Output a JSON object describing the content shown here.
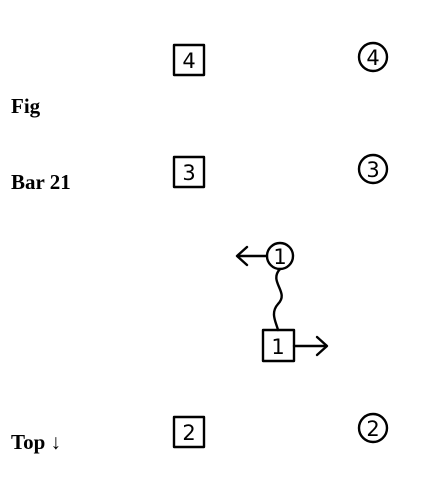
{
  "labels": {
    "fig": "Fig",
    "bar": "Bar 21",
    "top": "Top ↓"
  },
  "markers": {
    "square_4": "4",
    "circle_4": "4",
    "square_3": "3",
    "circle_3": "3",
    "circle_1": "1",
    "square_1": "1",
    "square_2": "2",
    "circle_2": "2"
  },
  "colors": {
    "ink": "#000000",
    "background": "#ffffff"
  }
}
